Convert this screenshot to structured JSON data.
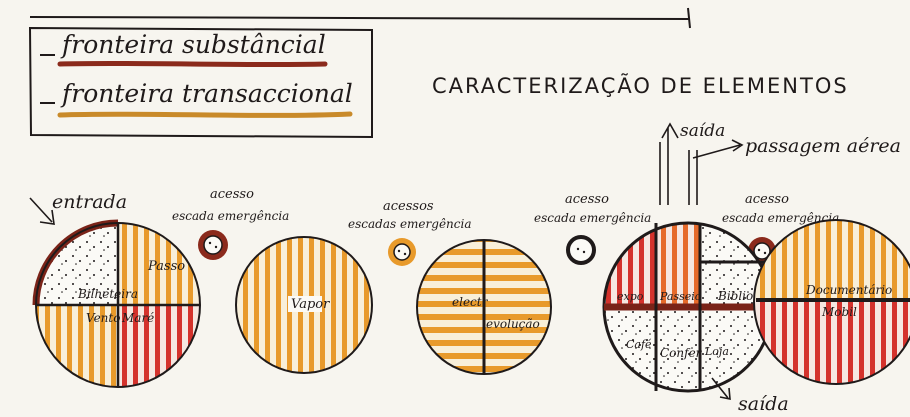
{
  "legend": {
    "items": [
      {
        "label": "fronteira substâncial",
        "color": "#8b2a1c"
      },
      {
        "label": "fronteira transaccional",
        "color": "#c98a2a"
      }
    ]
  },
  "title": "CARACTERIZAÇÃO DE ELEMENTOS",
  "colors": {
    "paper": "#f7f5ef",
    "ink": "#1f1a1a",
    "orange": "#e89a2b",
    "red": "#d4322c",
    "brown": "#7a2318"
  },
  "annotations": {
    "entrada": "entrada",
    "saida_top": "saída",
    "passagem": "passagem aérea",
    "saida_bottom": "saída",
    "acess1_a": "acesso",
    "acess1_b": "escada emergência",
    "acess2_a": "acessos",
    "acess2_b": "escadas emergência",
    "acess3_a": "acesso",
    "acess3_b": "escada emergência",
    "acess4_a": "acesso",
    "acess4_b": "escada emergência"
  },
  "elements": {
    "c1": {
      "q1": "Bilheteira",
      "q2": "Passo",
      "q3": "Vento",
      "q4": "Maré"
    },
    "c2": {
      "label": "Vapor"
    },
    "c3": {
      "left": "electr",
      "right": "evolução"
    },
    "c4": {
      "a": "expo",
      "b": "Passeio",
      "c": "Biblio",
      "d": "Café",
      "e": "Confer",
      "f": "Loja"
    },
    "c5": {
      "top": "Documentário",
      "bottom": "Mobil"
    }
  }
}
